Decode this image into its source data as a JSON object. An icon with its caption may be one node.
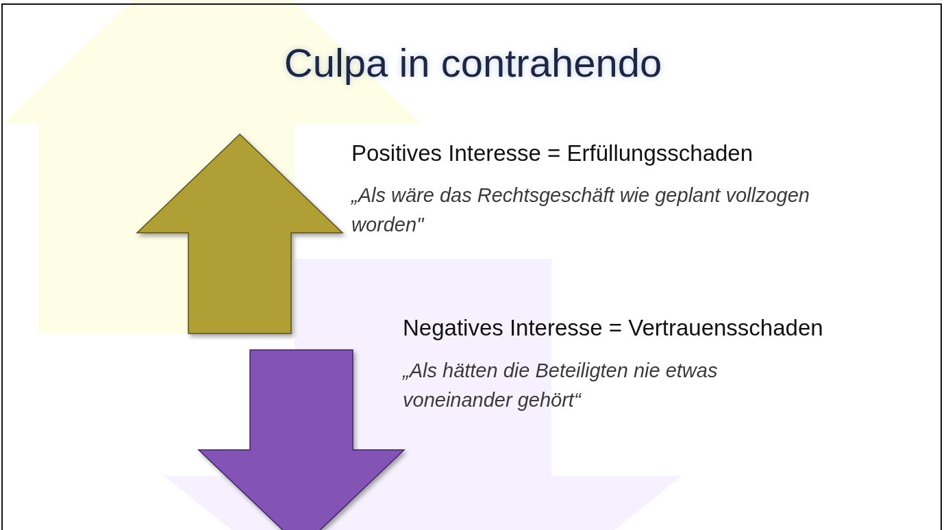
{
  "diagram": {
    "title": "Culpa in contrahendo",
    "labels": [
      "Positives Interesse = Erfüllungsschaden",
      "„Als wäre das Rechtsgeschäft wie geplant vollzogen worden\"",
      "Negatives Interesse = Vertrauensschaden",
      "„Als hätten die Beteiligten nie etwas voneinander gehört“"
    ]
  }
}
